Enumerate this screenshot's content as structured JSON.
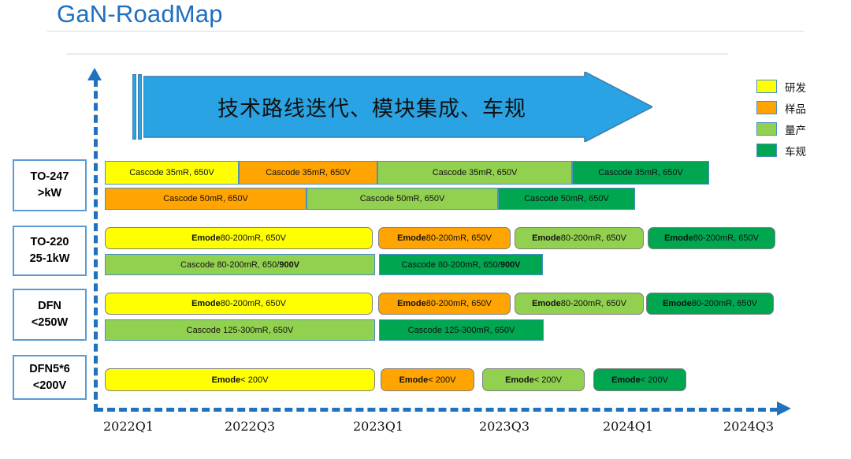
{
  "title": "GaN-RoadMap",
  "big_arrow": {
    "label": "技术路线迭代、模块集成、车规",
    "color": "#29A3E3"
  },
  "legend": {
    "items": [
      {
        "label": "研发",
        "color": "#FFFF00"
      },
      {
        "label": "样品",
        "color": "#FFA400"
      },
      {
        "label": "量产",
        "color": "#92D050"
      },
      {
        "label": "车规",
        "color": "#00A650"
      }
    ]
  },
  "timeline": {
    "ticks": [
      "2022Q1",
      "2022Q3",
      "2023Q1",
      "2023Q3",
      "2024Q1",
      "2024Q3"
    ]
  },
  "rows": [
    {
      "name": "TO-247",
      "label_line1": "TO-247",
      "label_line2": ">kW",
      "tracks": [
        [
          {
            "text": "Cascode  35mR, 650V",
            "status": "研发",
            "color": "#FFFF00"
          },
          {
            "text": "Cascode  35mR, 650V",
            "status": "样品",
            "color": "#FFA400"
          },
          {
            "text": "Cascode  35mR, 650V",
            "status": "量产",
            "color": "#92D050"
          },
          {
            "text": "Cascode  35mR, 650V",
            "status": "车规",
            "color": "#00A650"
          }
        ],
        [
          {
            "text": "Cascode  50mR, 650V",
            "status": "样品",
            "color": "#FFA400"
          },
          {
            "text": "Cascode  50mR, 650V",
            "status": "量产",
            "color": "#92D050"
          },
          {
            "text": "Cascode  50mR, 650V",
            "status": "车规",
            "color": "#00A650"
          }
        ]
      ]
    },
    {
      "name": "TO-220",
      "label_line1": "TO-220",
      "label_line2": "25-1kW",
      "tracks": [
        [
          {
            "text_bold": "Emode",
            "text": " 80-200mR, 650V",
            "status": "研发",
            "color": "#FFFF00"
          },
          {
            "text_bold": "Emode",
            "text": " 80-200mR, 650V",
            "status": "样品",
            "color": "#FFA400"
          },
          {
            "text_bold": "Emode",
            "text": " 80-200mR, 650V",
            "status": "量产",
            "color": "#92D050"
          },
          {
            "text_bold": "Emode",
            "text": " 80-200mR, 650V",
            "status": "车规",
            "color": "#00A650"
          }
        ],
        [
          {
            "text": "Cascode  80-200mR, 650/",
            "text_bold_tail": "900V",
            "status": "量产",
            "color": "#92D050"
          },
          {
            "text": "Cascode  80-200mR, 650/",
            "text_bold_tail": "900V",
            "status": "车规",
            "color": "#00A650"
          }
        ]
      ]
    },
    {
      "name": "DFN",
      "label_line1": "DFN",
      "label_line2": "<250W",
      "tracks": [
        [
          {
            "text_bold": "Emode",
            "text": " 80-200mR, 650V",
            "status": "研发",
            "color": "#FFFF00"
          },
          {
            "text_bold": "Emode",
            "text": " 80-200mR, 650V",
            "status": "样品",
            "color": "#FFA400"
          },
          {
            "text_bold": "Emode",
            "text": " 80-200mR, 650V",
            "status": "量产",
            "color": "#92D050"
          },
          {
            "text_bold": "Emode",
            "text": " 80-200mR, 650V",
            "status": "车规",
            "color": "#00A650"
          }
        ],
        [
          {
            "text": "Cascode  125-300mR, 650V",
            "status": "量产",
            "color": "#92D050"
          },
          {
            "text": "Cascode  125-300mR, 650V",
            "status": "车规",
            "color": "#00A650"
          }
        ]
      ]
    },
    {
      "name": "DFN5*6",
      "label_line1": "DFN5*6",
      "label_line2": "<200V",
      "tracks": [
        [
          {
            "text_bold": "Emode",
            "text": " < 200V",
            "status": "研发",
            "color": "#FFFF00"
          },
          {
            "text_bold": "Emode",
            "text": " < 200V",
            "status": "样品",
            "color": "#FFA400"
          },
          {
            "text_bold": "Emode",
            "text": " < 200V",
            "status": "量产",
            "color": "#92D050"
          },
          {
            "text_bold": "Emode",
            "text": " < 200V",
            "status": "车规",
            "color": "#00A650"
          }
        ]
      ]
    }
  ]
}
